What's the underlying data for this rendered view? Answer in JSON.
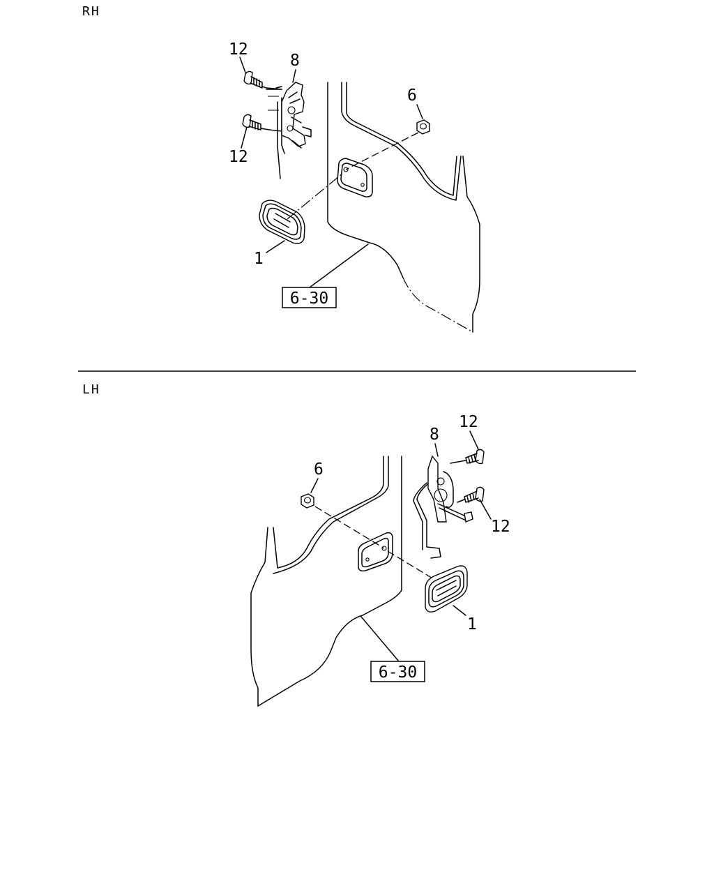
{
  "sections": {
    "rh": {
      "label": "RH",
      "callouts": {
        "screw_top": "12",
        "screw_bottom": "12",
        "bracket": "8",
        "nut": "6",
        "handle": "1"
      },
      "reference": "6-30"
    },
    "lh": {
      "label": "LH",
      "callouts": {
        "screw_top": "12",
        "screw_bottom": "12",
        "bracket": "8",
        "nut": "6",
        "handle": "1"
      },
      "reference": "6-30"
    }
  }
}
